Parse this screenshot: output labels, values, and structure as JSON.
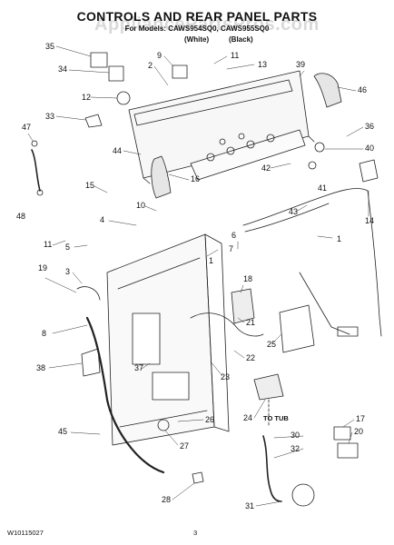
{
  "header": {
    "title": "CONTROLS AND REAR PANEL PARTS",
    "models": "For Models: CAWS954SQ0, CAWS955SQ0",
    "variant_white": "(White)",
    "variant_black": "(Black)",
    "watermark": "AppliancePartsPros.com"
  },
  "footer": {
    "doc_number": "W10115027",
    "page_number": "3"
  },
  "annotations": {
    "to_tub": "TO TUB"
  },
  "callouts": [
    "35",
    "9",
    "11",
    "13",
    "2",
    "34",
    "39",
    "46",
    "12",
    "1",
    "36",
    "33",
    "40",
    "44",
    "47",
    "48",
    "16",
    "42",
    "41",
    "15",
    "10",
    "14",
    "43",
    "4",
    "11",
    "5",
    "7",
    "19",
    "3",
    "1",
    "18",
    "8",
    "21",
    "22",
    "38",
    "37",
    "23",
    "25",
    "45",
    "26",
    "27",
    "24",
    "17",
    "30",
    "20",
    "32",
    "28",
    "31",
    "6"
  ]
}
